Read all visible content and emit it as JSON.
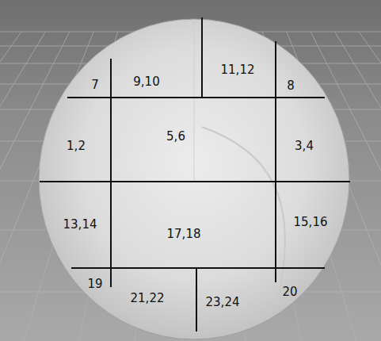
{
  "diagram": {
    "labels": [
      "7",
      "9,10",
      "11,12",
      "8",
      "1,2",
      "5,6",
      "3,4",
      "13,14",
      "17,18",
      "15,16",
      "19",
      "21,22",
      "23,24",
      "20"
    ]
  }
}
